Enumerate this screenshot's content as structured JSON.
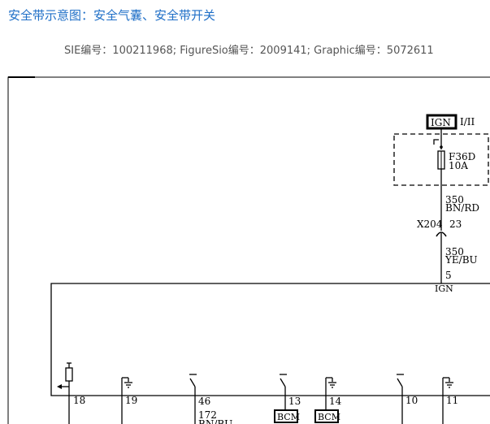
{
  "header": {
    "title": "安全带示意图：安全气囊、安全带开关",
    "ids": "SIE编号：100211968;  FigureSio编号：2009141;  Graphic编号：5072611"
  },
  "diagram": {
    "ign_label": "IGN",
    "ign_mode": "I/II",
    "fuse_name": "F36D",
    "fuse_rating": "10A",
    "wire1_gauge": "350",
    "wire1_color": "BN/RD",
    "connector": "X204",
    "connector_pin": "23",
    "wire2_gauge": "350",
    "wire2_color": "YE/BU",
    "module_pin": "5",
    "module_pin_label": "IGN",
    "pins": [
      "18",
      "19",
      "46",
      "13",
      "14",
      "10",
      "11"
    ],
    "bcm_label": "BCM",
    "wire3_gauge": "172",
    "wire3_color": "BN/BU"
  }
}
